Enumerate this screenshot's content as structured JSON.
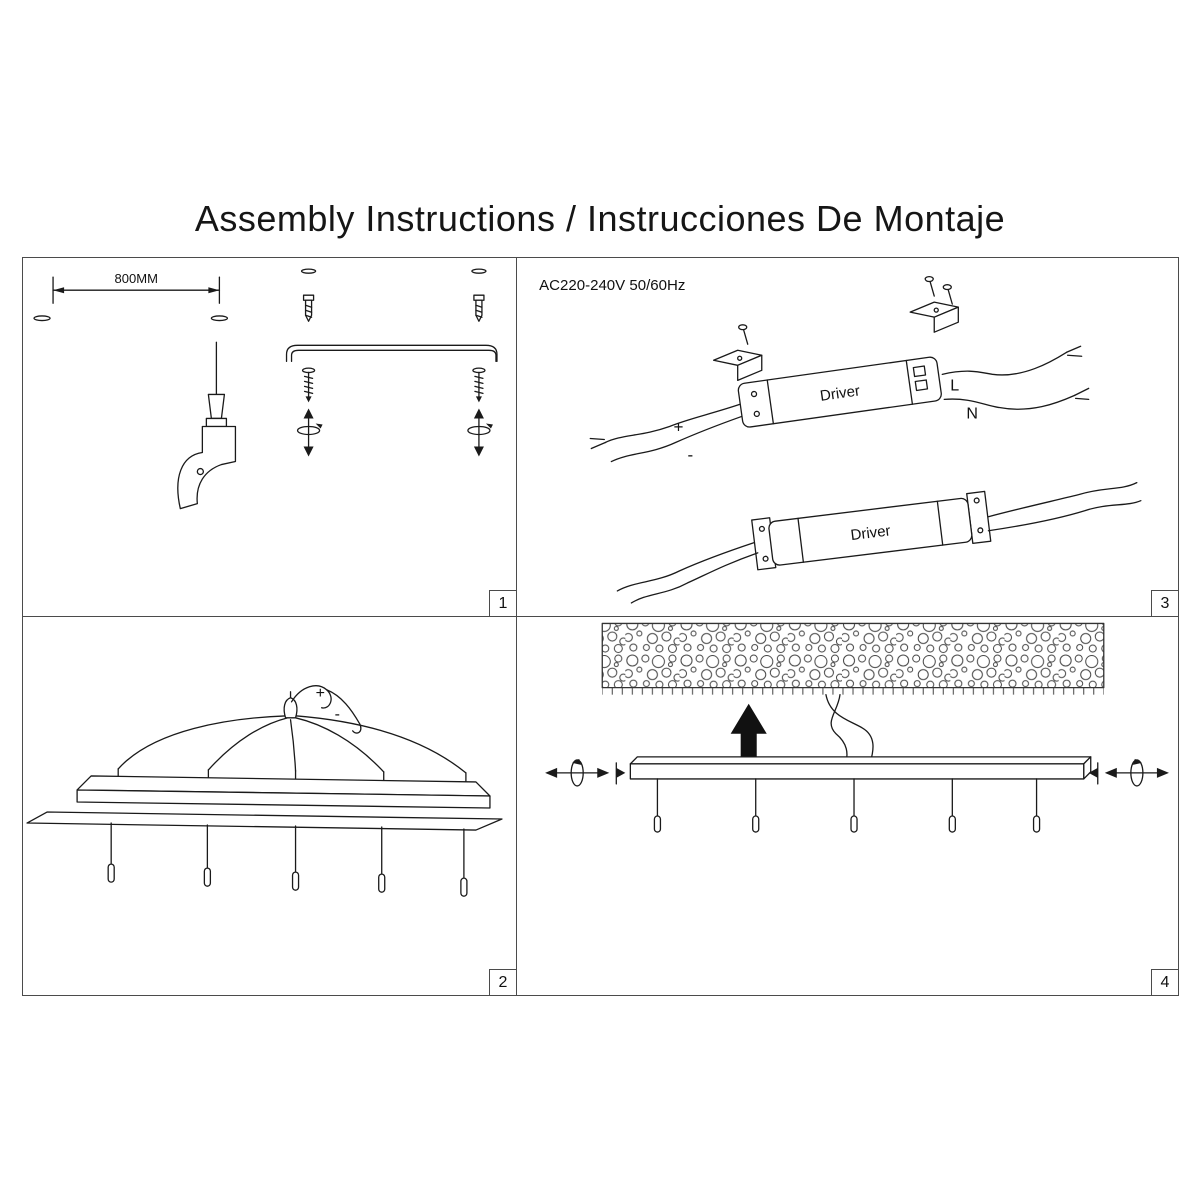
{
  "title": "Assembly Instructions / Instrucciones De Montaje",
  "panel1": {
    "number": "1",
    "dimension": "800MM"
  },
  "panel2": {
    "number": "2",
    "plus": "+",
    "minus": "-"
  },
  "panel3": {
    "number": "3",
    "power": "AC220-240V 50/60Hz",
    "driver": "Driver",
    "line": "L",
    "neutral": "N",
    "plus": "+",
    "minus": "-"
  },
  "panel4": {
    "number": "4"
  },
  "colors": {
    "ink": "#1a1a1a",
    "grid_line": "#4b4b4b",
    "background": "#ffffff"
  }
}
